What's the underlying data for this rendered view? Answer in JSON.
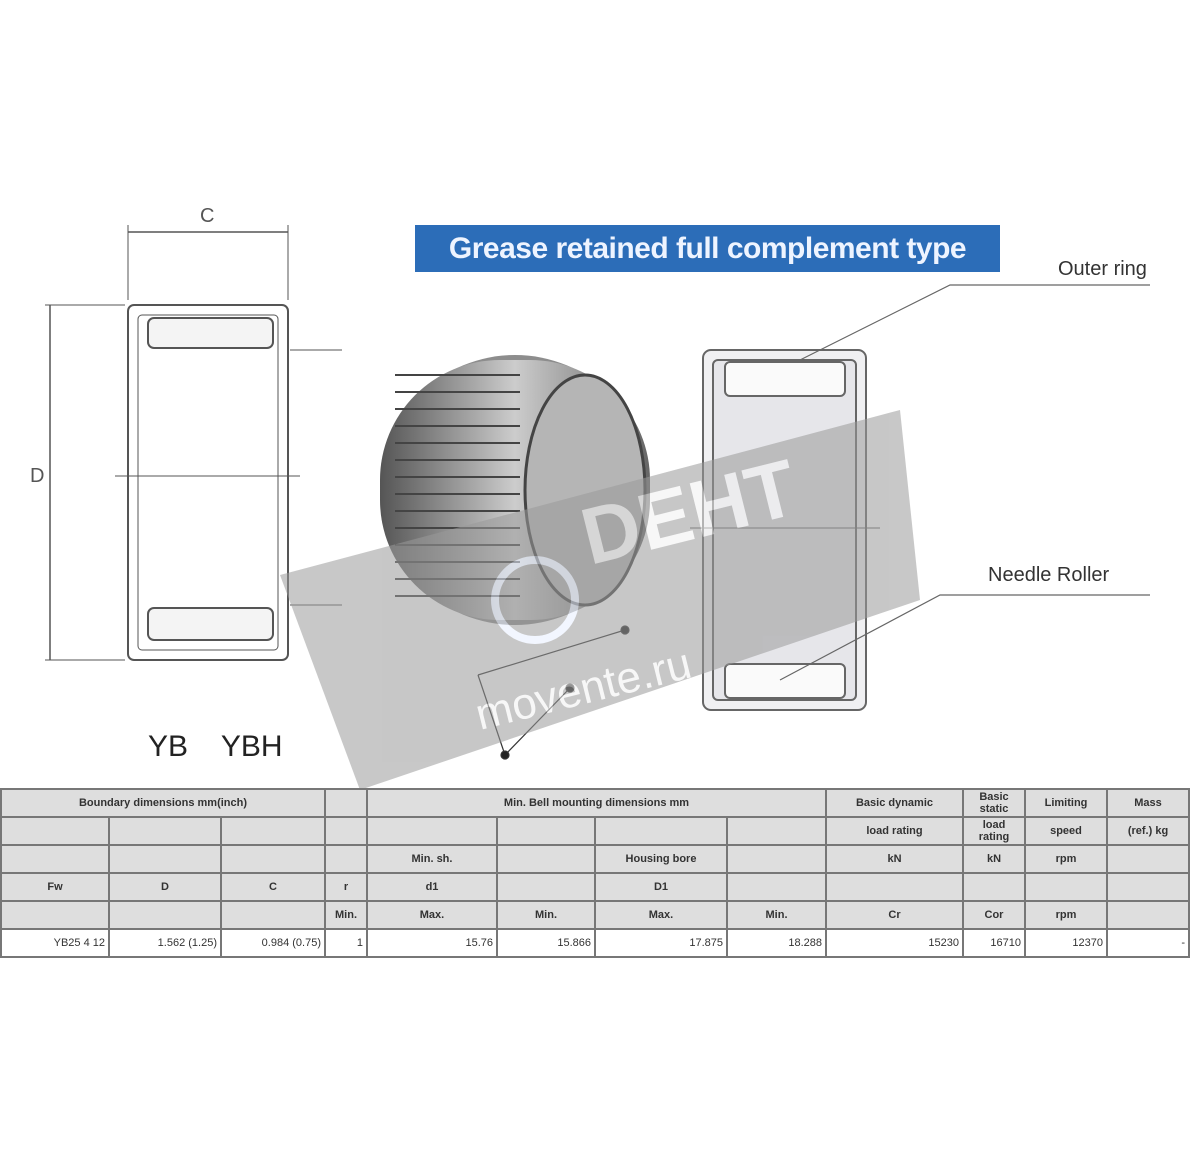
{
  "title": "Grease retained full complement type",
  "labels": {
    "outer_ring": "Outer ring",
    "needle_roller": "Needle Roller",
    "dim_c": "C",
    "dim_d": "D",
    "models": "YB    YBH"
  },
  "watermark": {
    "brand": "DEHT",
    "site": "movente.ru"
  },
  "colors": {
    "title_bg": "#2c6db8",
    "watermark": "#9a9a9a"
  },
  "table": {
    "header_row1": [
      "Boundary dimensions mm(inch)",
      "",
      "Min. Bell mounting dimensions  mm",
      "Basic dynamic",
      "Basic static",
      "Limiting",
      "Mass"
    ],
    "header_row2": [
      "",
      "",
      "",
      "",
      "",
      "",
      "",
      "",
      "load rating",
      "load rating",
      "speed",
      "(ref.) kg"
    ],
    "header_row3": [
      "",
      "",
      "",
      "",
      "Min. sh.",
      "",
      "Housing bore",
      "",
      "kN",
      "kN",
      "rpm",
      ""
    ],
    "header_row4": [
      "Fw",
      "D",
      "C",
      "r",
      "d1",
      "",
      "D1",
      "",
      "",
      "",
      "",
      ""
    ],
    "header_row5": [
      "",
      "",
      "",
      "Min.",
      "Max.",
      "Min.",
      "Max.",
      "Min.",
      "Cr",
      "Cor",
      "rpm",
      ""
    ],
    "data_row": [
      "YB25 4 12",
      "1.562 (1.25)",
      "0.984 (0.75)",
      "1",
      "15.76",
      "15.866",
      "17.875",
      "18.288",
      "15230",
      "16710",
      "12370",
      "-"
    ]
  }
}
